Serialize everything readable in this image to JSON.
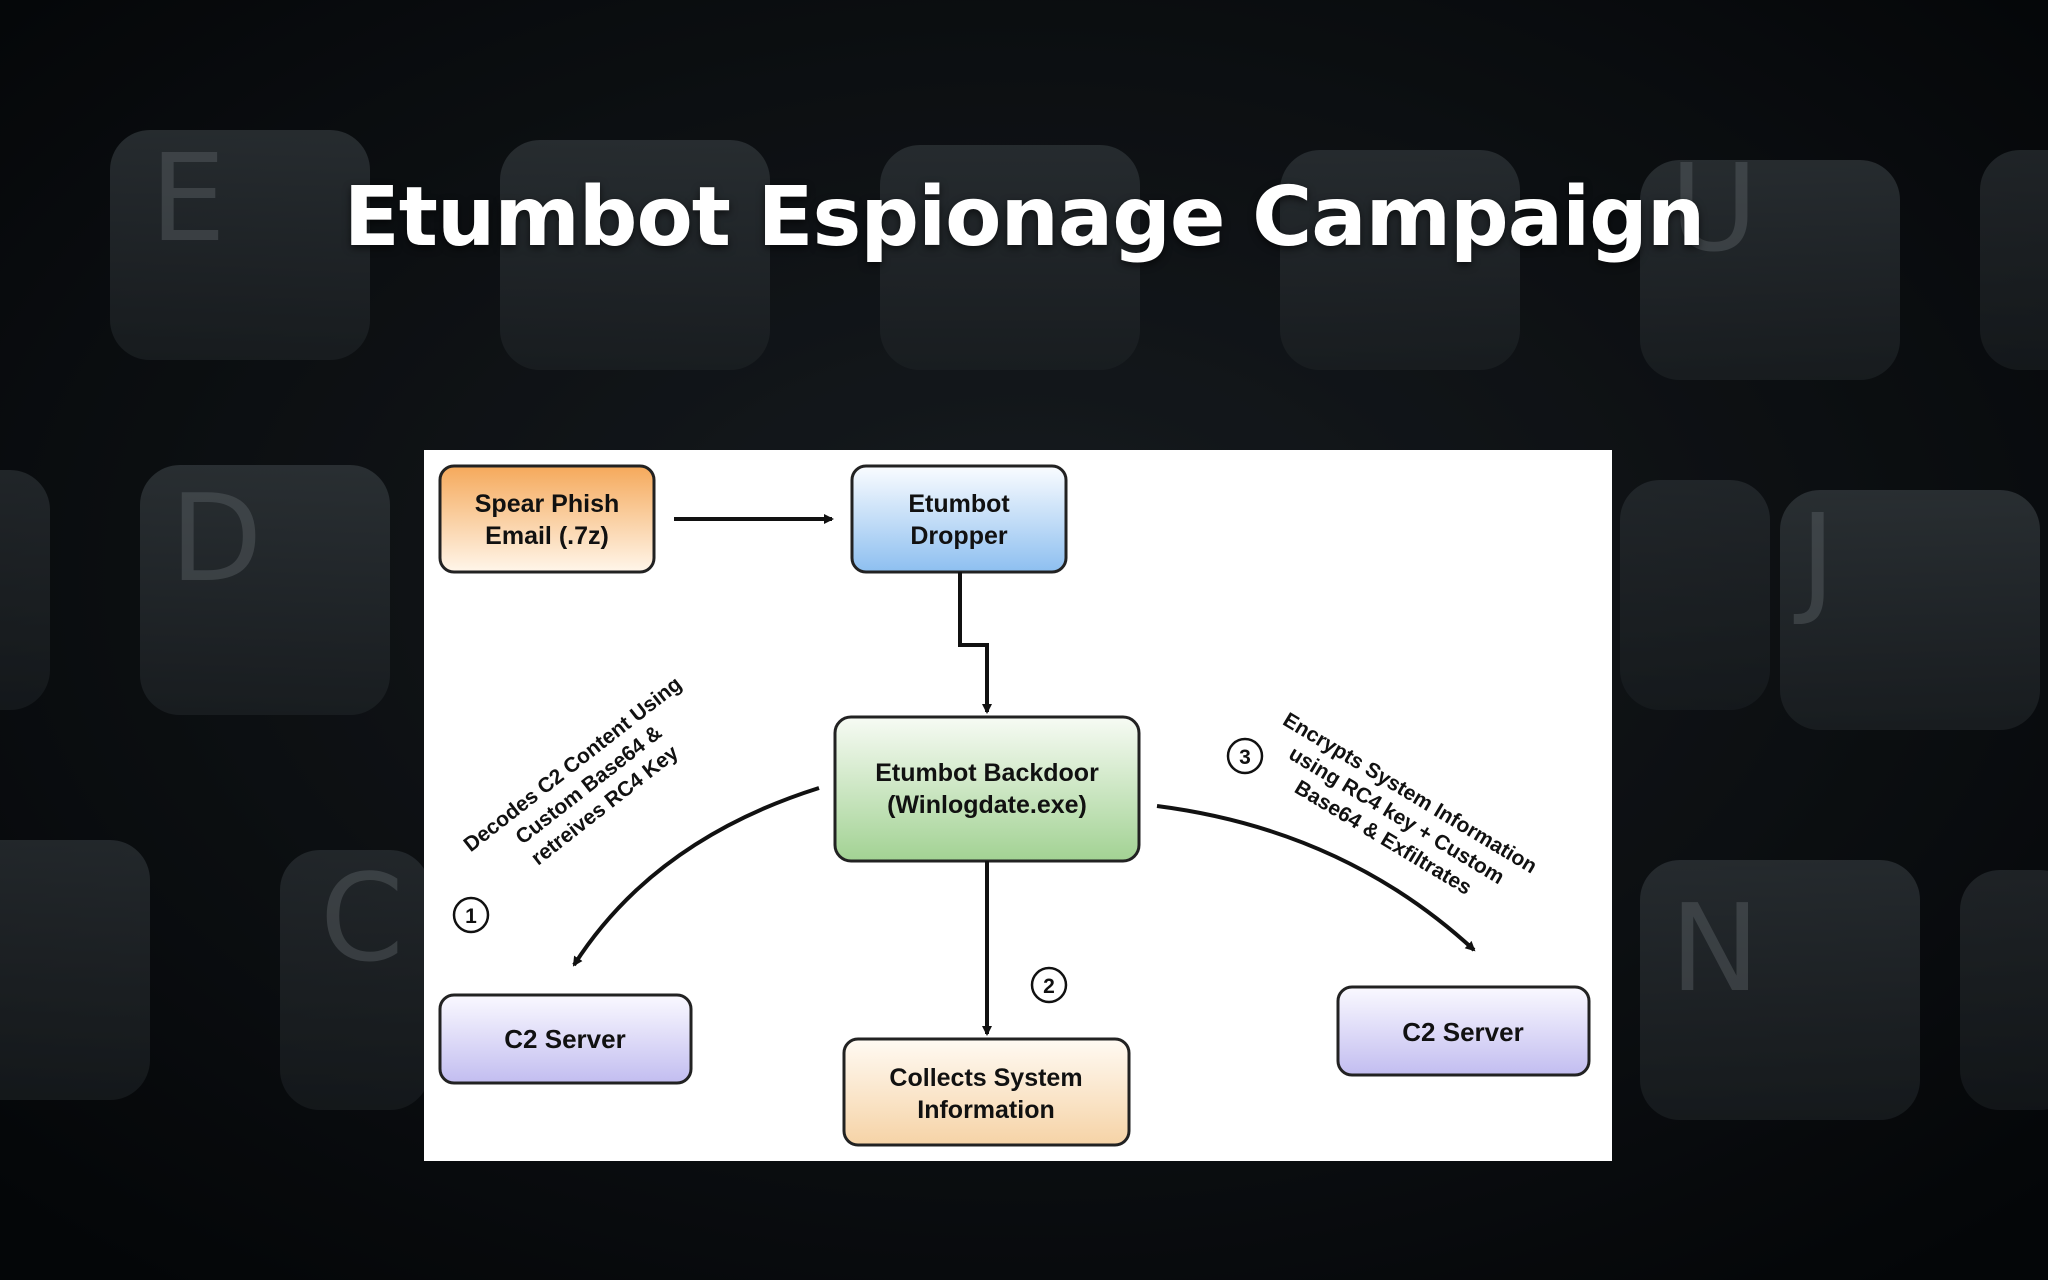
{
  "slide": {
    "title": "Etumbot Espionage Campaign"
  },
  "background": {
    "keys": [
      "E",
      "U",
      "D",
      "J",
      "C",
      "N"
    ]
  },
  "diagram": {
    "nodes": {
      "spear_phish": [
        "Spear Phish",
        "Email (.7z)"
      ],
      "dropper": [
        "Etumbot",
        "Dropper"
      ],
      "backdoor": [
        "Etumbot Backdoor",
        "(Winlogdate.exe)"
      ],
      "c2_left": [
        "C2 Server"
      ],
      "collects": [
        "Collects System",
        "Information"
      ],
      "c2_right": [
        "C2 Server"
      ]
    },
    "steps": {
      "one": {
        "number": "1",
        "lines": [
          "Decodes  C2 Content Using",
          "Custom Base64 &",
          "retreives RC4 Key"
        ]
      },
      "two": {
        "number": "2"
      },
      "three": {
        "number": "3",
        "lines": [
          "Encrypts System Information",
          "using RC4 key + Custom",
          "Base64 & Exfiltrates"
        ]
      }
    },
    "colors": {
      "orange": "#f6b16a",
      "blue": "#8dc1ef",
      "green": "#a8d59a",
      "lavender": "#c7c2ef",
      "peach": "#f7d6ac"
    }
  }
}
